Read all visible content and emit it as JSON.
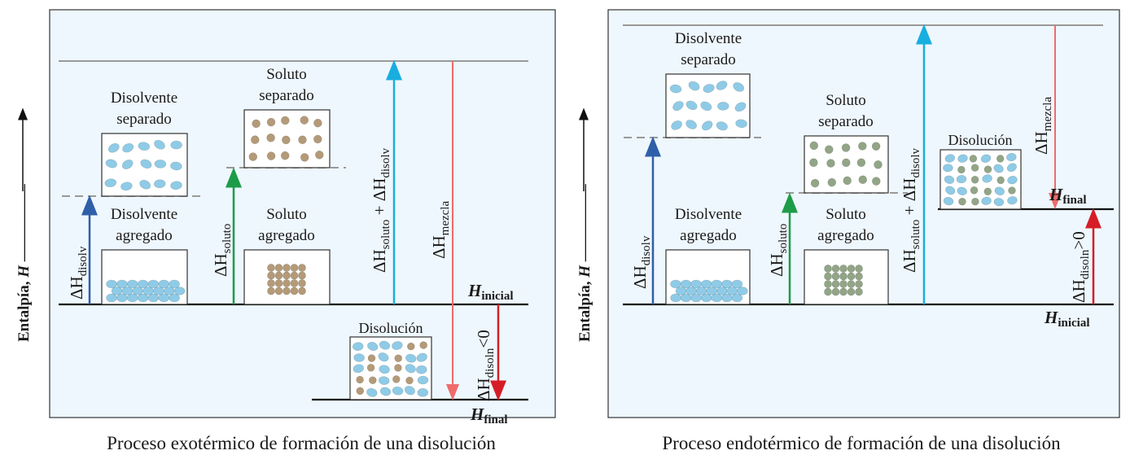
{
  "colors": {
    "panel_bg": "#eef7fd",
    "arrow_disolv": "#2f5fa8",
    "arrow_soluto": "#1d9c48",
    "arrow_sum": "#18aee0",
    "arrow_mezcla": "#ef6b6b",
    "arrow_disoln": "#d61d27",
    "particle_solvent": "#8fcbe7",
    "particle_solute_exo": "#b49a78",
    "particle_solute_endo": "#92a587"
  },
  "exo": {
    "caption": "Proceso exotérmico de formación de una disolución",
    "axis": {
      "main": "Entalpía, ",
      "sym": "H"
    },
    "solvente_separado": [
      "Disolvente",
      "separado"
    ],
    "soluto_separado": [
      "Soluto",
      "separado"
    ],
    "solvente_agregado": [
      "Disolvente",
      "agregado"
    ],
    "soluto_agregado": [
      "Soluto",
      "agregado"
    ],
    "disolucion": "Disolución",
    "h_inicial": {
      "sym": "H",
      "sub": "inicial"
    },
    "h_final": {
      "sym": "H",
      "sub": "final"
    },
    "dh_disolv": {
      "delta": "ΔH",
      "sub": "disolv"
    },
    "dh_soluto": {
      "delta": "ΔH",
      "sub": "soluto"
    },
    "dh_sum": {
      "d1": "ΔH",
      "s1": "soluto",
      "plus": " + ",
      "d2": "ΔH",
      "s2": "disolv"
    },
    "dh_mezcla": {
      "delta": "ΔH",
      "sub": "mezcla"
    },
    "dh_disoln": {
      "delta": "ΔH",
      "sub": "disoln",
      "rel": "<0"
    }
  },
  "endo": {
    "caption": "Proceso endotérmico de formación de una disolución",
    "axis": {
      "main": "Entalpía, ",
      "sym": "H"
    },
    "solvente_separado": [
      "Disolvente",
      "separado"
    ],
    "soluto_separado": [
      "Soluto",
      "separado"
    ],
    "solvente_agregado": [
      "Disolvente",
      "agregado"
    ],
    "soluto_agregado": [
      "Soluto",
      "agregado"
    ],
    "disolucion": "Disolución",
    "h_inicial": {
      "sym": "H",
      "sub": "inicial"
    },
    "h_final": {
      "sym": "H",
      "sub": "final"
    },
    "dh_disolv": {
      "delta": "ΔH",
      "sub": "disolv"
    },
    "dh_soluto": {
      "delta": "ΔH",
      "sub": "soluto"
    },
    "dh_sum": {
      "d1": "ΔH",
      "s1": "soluto",
      "plus": " + ",
      "d2": "ΔH",
      "s2": "disolv"
    },
    "dh_mezcla": {
      "delta": "ΔH",
      "sub": "mezcla"
    },
    "dh_disoln": {
      "delta": "ΔH",
      "sub": "disoln",
      "rel": ">0"
    }
  }
}
